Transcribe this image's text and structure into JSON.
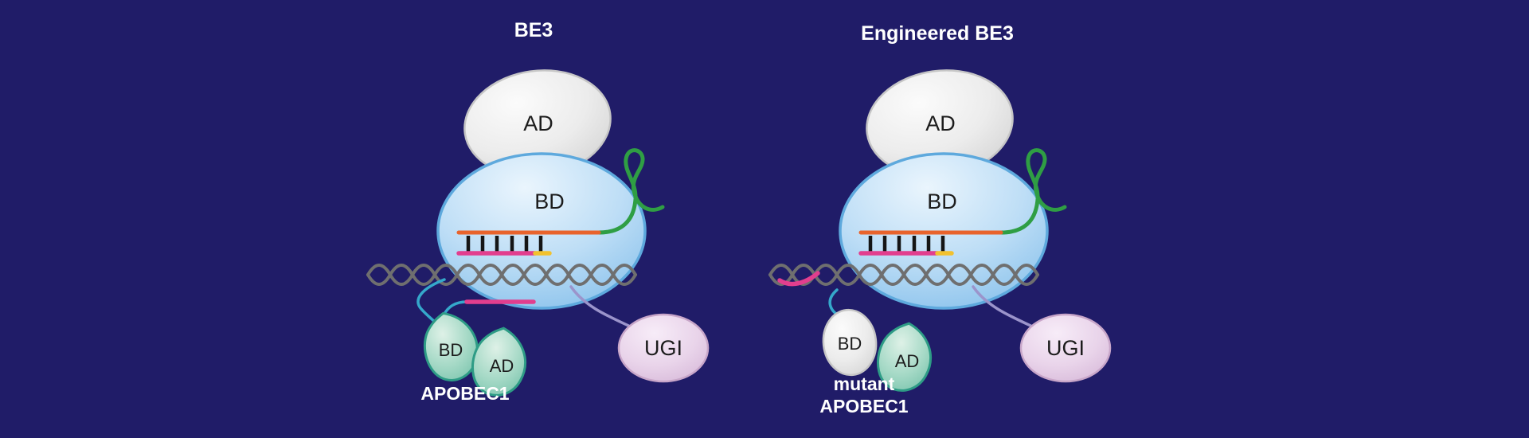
{
  "figure": {
    "description": "Base editor schematic comparing BE3 and Engineered BE3",
    "background_color": "#201c68",
    "panels": [
      {
        "title": "BE3",
        "cas9_ad_label": "AD",
        "cas9_bd_label": "BD",
        "apobec_bd_label": "BD",
        "apobec_ad_label": "AD",
        "apobec_name": "APOBEC1",
        "ugi_label": "UGI"
      },
      {
        "title": "Engineered BE3",
        "cas9_ad_label": "AD",
        "cas9_bd_label": "BD",
        "apobec_bd_label": "BD",
        "apobec_ad_label": "AD",
        "apobec_name_line1": "mutant",
        "apobec_name_line2": "APOBEC1",
        "ugi_label": "UGI"
      }
    ],
    "colors": {
      "background": "#201c68",
      "cas9_fill": "#b5d8f4",
      "cas9_outline": "#5ea9dd",
      "ad_fill": "#ededed",
      "ad_outline": "#c6c6c6",
      "sgRNA_scaffold": "#2f9e44",
      "sgRNA_spacer": "#e8632c",
      "edited_strand": "#e23e8e",
      "pam": "#f2c12e",
      "dna": "#6f6f6f",
      "base_pairs": "#151515",
      "apobec_fill": "#8fceba",
      "apobec_outline": "#2e9c86",
      "linker_teal": "#35a8cb",
      "linker_lavender": "#9b94cb",
      "ugi_fill": "#e9d4ea",
      "ugi_outline": "#c8a6c9",
      "label_dark": "#1c1c1c",
      "label_light": "#ffffff"
    }
  }
}
